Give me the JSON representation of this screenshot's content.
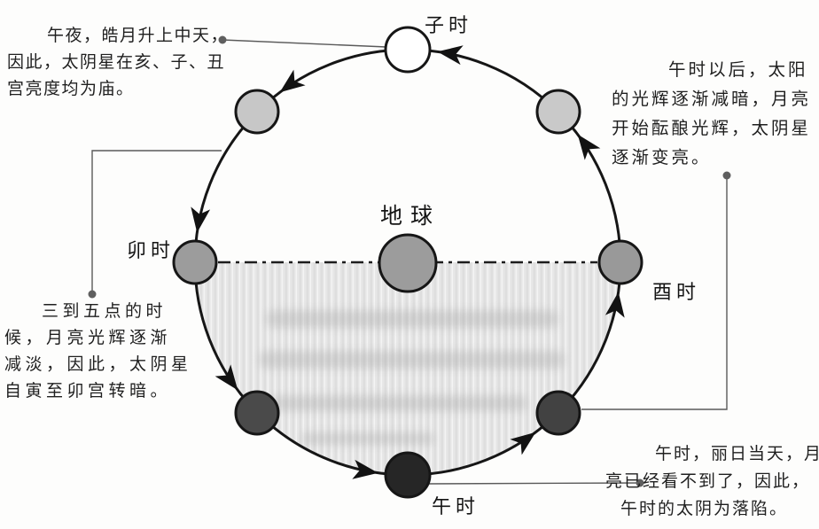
{
  "diagram": {
    "earth": {
      "label": "地球",
      "color": "#9c9c9c"
    },
    "nodes": {
      "top": {
        "label": "子时",
        "color": "#ffffff"
      },
      "upper_left": {
        "color": "#c7c7c7"
      },
      "left": {
        "label": "卯时",
        "color": "#9c9c9c"
      },
      "lower_left": {
        "color": "#4a4a4a"
      },
      "bottom": {
        "label": "午时",
        "color": "#262626"
      },
      "lower_right": {
        "color": "#424242"
      },
      "right": {
        "label": "酉时",
        "color": "#999999"
      },
      "upper_right": {
        "color": "#c9c9c9"
      }
    },
    "colors": {
      "shade": "#e7e7e7",
      "line": "#161616",
      "connector": "#5a5a5a"
    },
    "annotations": {
      "top_left": {
        "lines": [
          "午夜，皓月升上中天，",
          "因此，太阴星在亥、子、丑",
          "宫亮度均为庙。"
        ]
      },
      "top_right": {
        "lines": [
          "午时以后，太阳",
          "的光辉逐渐减暗，月亮",
          "开始酝酿光辉，太阴星",
          "逐渐变亮。"
        ]
      },
      "bottom_left": {
        "lines": [
          "三到五点的时",
          "候，月亮光辉逐渐",
          "减淡，因此，太阴星",
          "自寅至卯宫转暗。"
        ]
      },
      "bottom_right": {
        "lines": [
          "午时，丽日当天，月",
          "亮已经看不到了，因此，",
          "午时的太阴为落陷。"
        ]
      }
    }
  }
}
